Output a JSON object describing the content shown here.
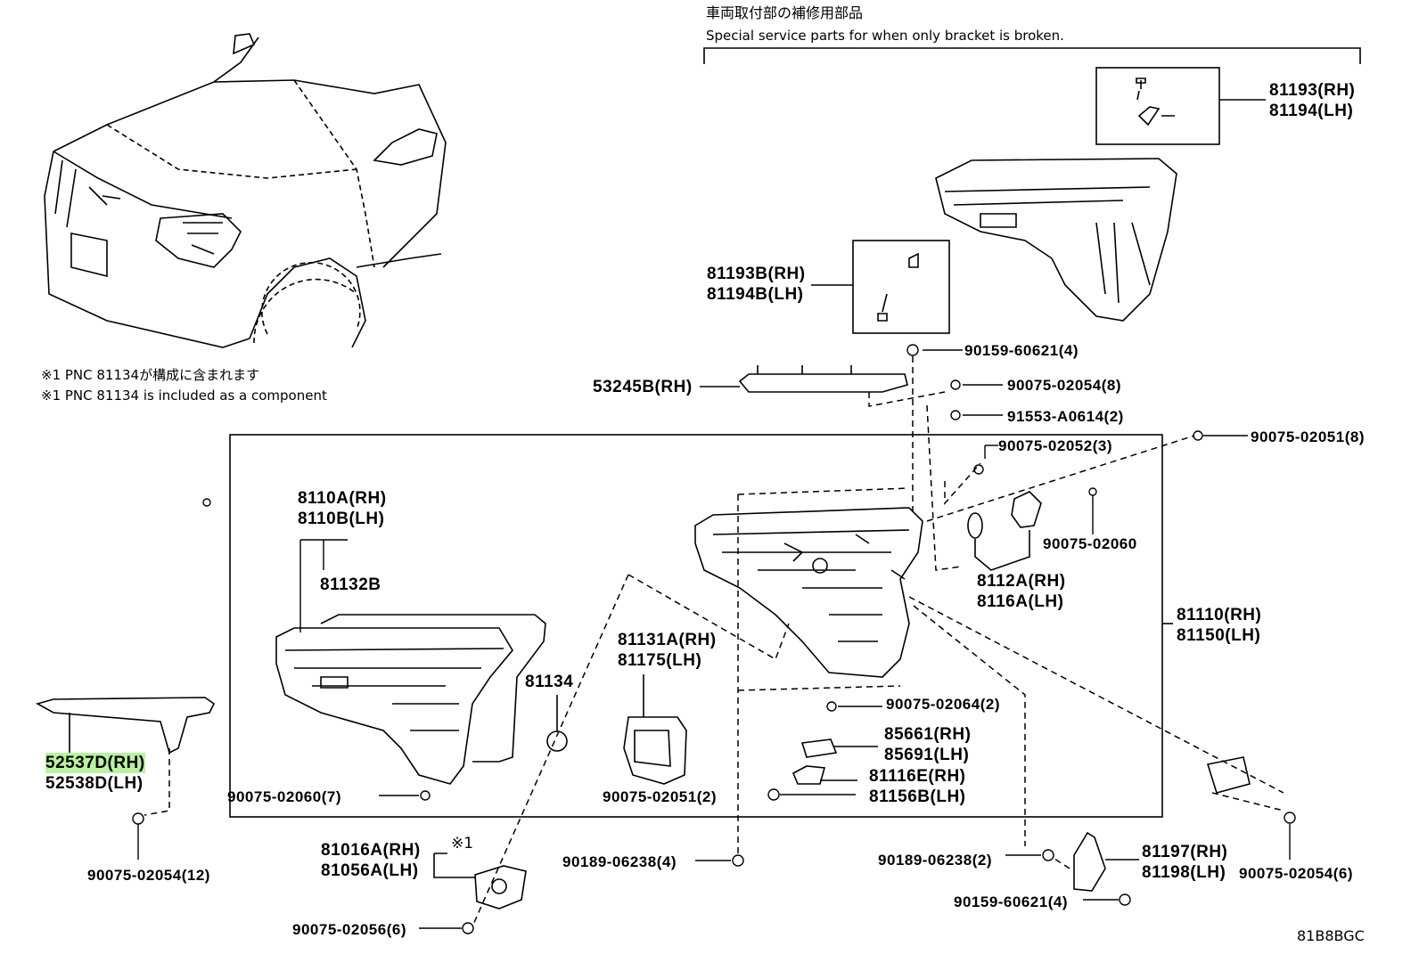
{
  "header": {
    "jp": "車両取付部の補修用部品",
    "en": "Special service parts for when only bracket is broken."
  },
  "notes": {
    "jp": "※1 PNC 81134が構成に含まれます",
    "en": "※1 PNC 81134 is included as a component"
  },
  "callouts": {
    "p81193": "81193(RH)",
    "p81194": "81194(LH)",
    "p81193b": "81193B(RH)",
    "p81194b": "81194B(LH)",
    "p90159_top": "90159-60621(4)",
    "p53245b": "53245B(RH)",
    "p90075_02054_8": "90075-02054(8)",
    "p91553": "91553-A0614(2)",
    "p90075_02051_8": "90075-02051(8)",
    "p90075_02052_3": "90075-02052(3)",
    "p8110a": "8110A(RH)",
    "p8110b": "8110B(LH)",
    "p81132b": "81132B",
    "p90075_02060_r": "90075-02060",
    "p8112a": "8112A(RH)",
    "p8116a": "8116A(LH)",
    "p81110": "81110(RH)",
    "p81150": "81150(LH)",
    "p81131a": "81131A(RH)",
    "p81175": "81175(LH)",
    "p81134": "81134",
    "p90075_02064": "90075-02064(2)",
    "p85661": "85661(RH)",
    "p85691": "85691(LH)",
    "p81116e": "81116E(RH)",
    "p81156b": "81156B(LH)",
    "p52537d": "52537D(RH)",
    "p52538d": "52538D(LH)",
    "p90075_02060_7": "90075-02060(7)",
    "p90075_02051_2": "90075-02051(2)",
    "p90075_02054_12": "90075-02054(12)",
    "p81016a": "81016A(RH)",
    "p81056a": "81056A(LH)",
    "mark1": "※1",
    "p90189_4": "90189-06238(4)",
    "p90189_2": "90189-06238(2)",
    "p81197": "81197(RH)",
    "p81198": "81198(LH)",
    "p90075_02054_6": "90075-02054(6)",
    "p90159_bot": "90159-60621(4)",
    "p90075_02056": "90075-02056(6)"
  },
  "diagram_code": "81B8BGC"
}
